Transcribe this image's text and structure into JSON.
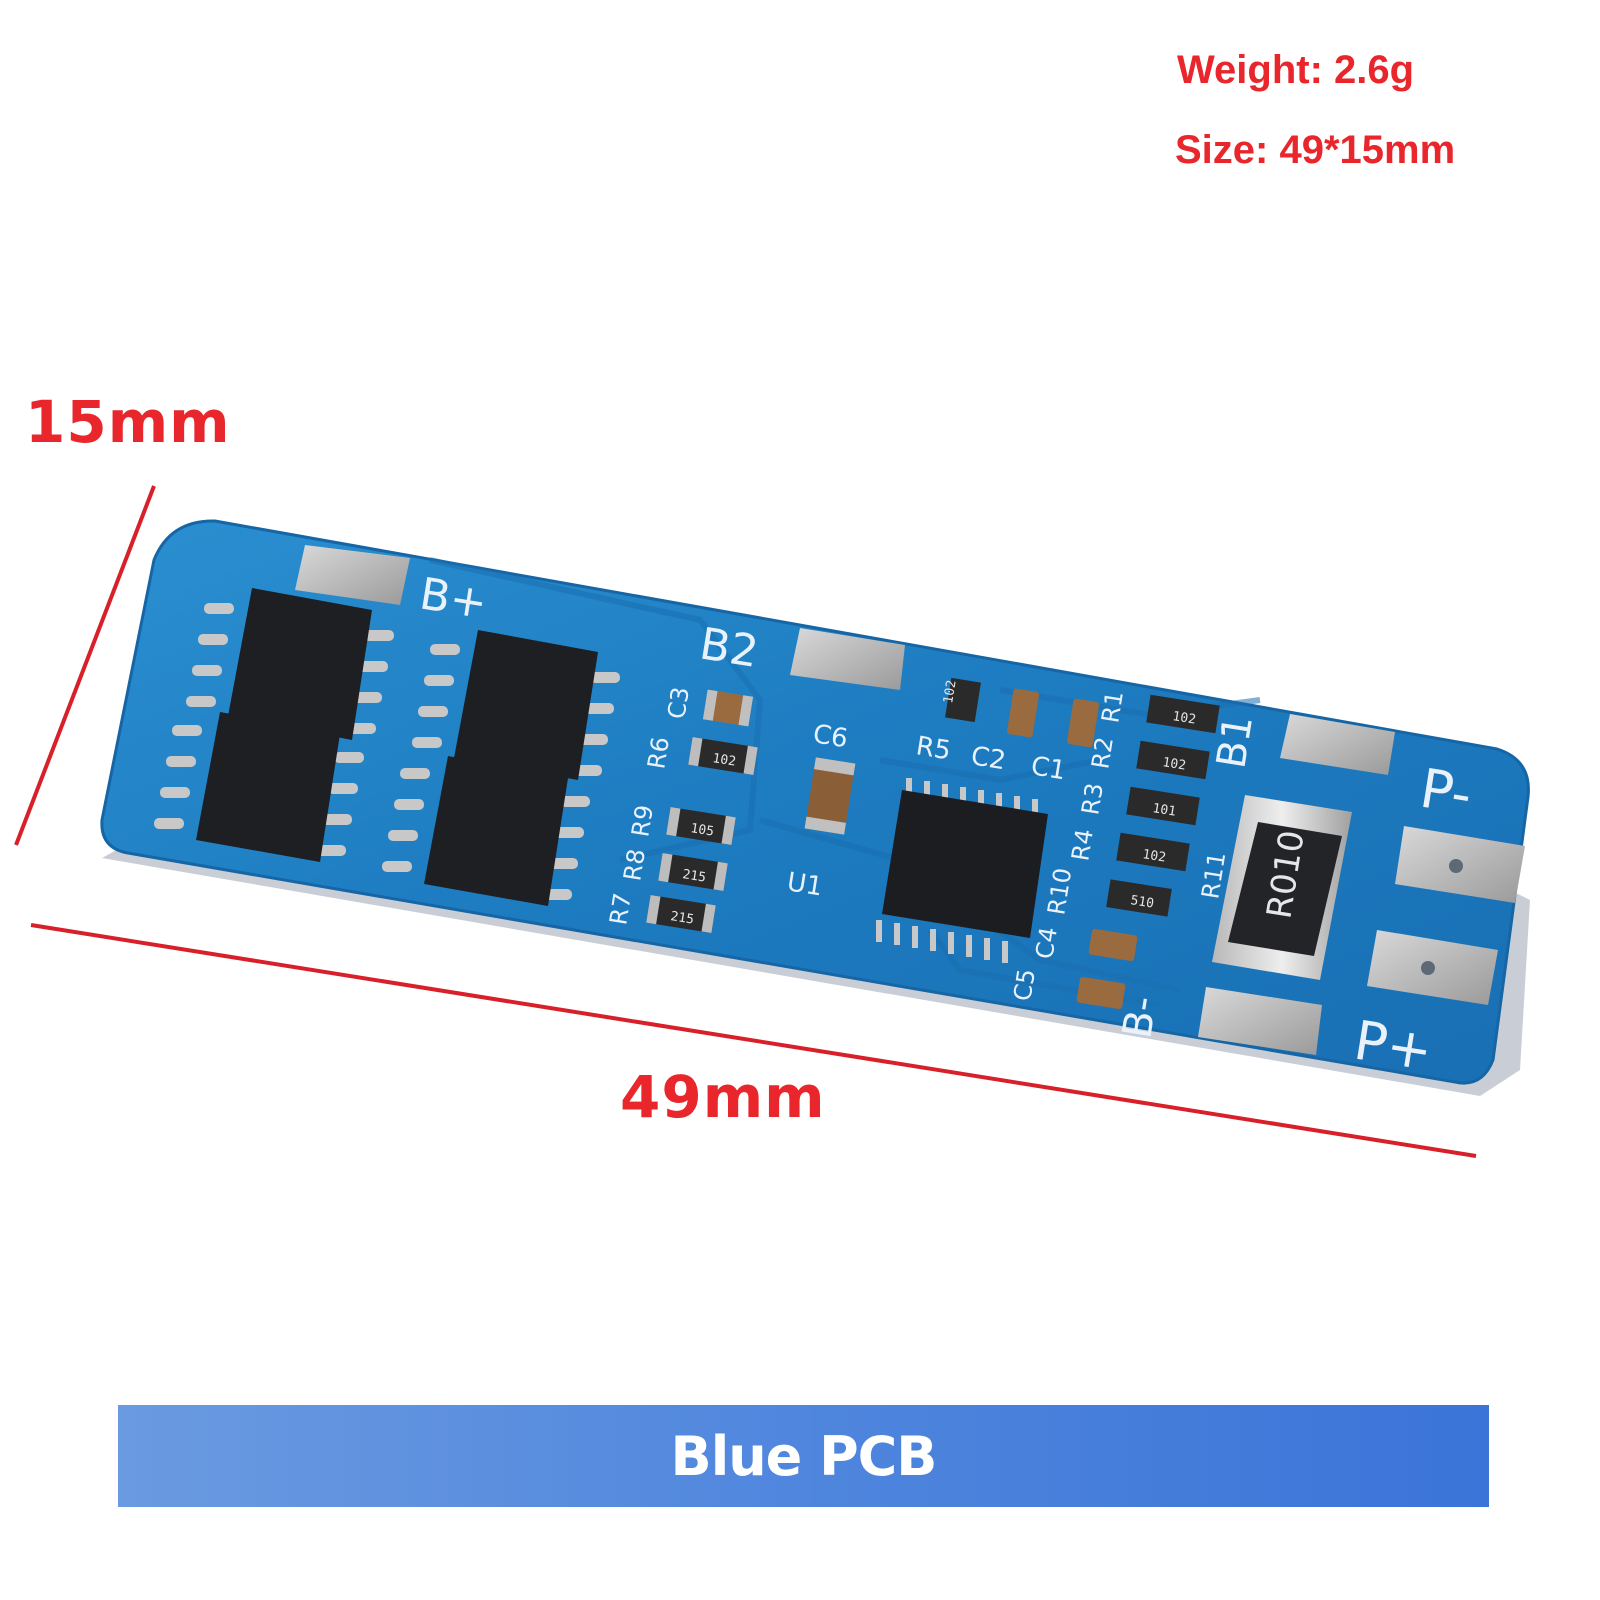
{
  "specs": {
    "weight": "Weight: 2.6g",
    "size": "Size: 49*15mm"
  },
  "dimensions": {
    "height": "15mm",
    "width": "49mm"
  },
  "silkscreen": {
    "pads": [
      "B+",
      "B2",
      "B1",
      "P-",
      "P+",
      "B-"
    ],
    "references": [
      "C3",
      "R6",
      "R9",
      "R8",
      "R7",
      "C6",
      "U1",
      "R5",
      "C2",
      "C1",
      "R1",
      "R2",
      "R3",
      "R4",
      "R10",
      "R11",
      "C4",
      "C5"
    ],
    "resistor_codes": [
      "102",
      "102",
      "105",
      "215",
      "215",
      "102",
      "102",
      "101",
      "102",
      "510"
    ],
    "shunt": "R010"
  },
  "caption": {
    "text": "Blue PCB"
  },
  "colors": {
    "accent": "#e8262c",
    "pcb": "#1e7ec2",
    "banner": "#4d84dd"
  }
}
